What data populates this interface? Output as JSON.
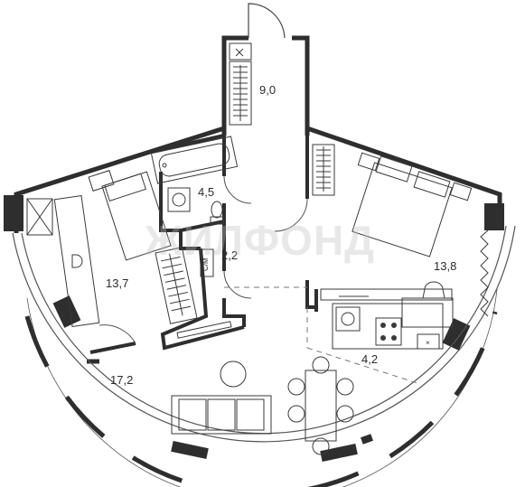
{
  "watermark": "ЖИЛФОНД",
  "rooms": [
    {
      "name": "corridor",
      "area": "9,0"
    },
    {
      "name": "bathroom",
      "area": "4,5"
    },
    {
      "name": "wc",
      "area": "2,2"
    },
    {
      "name": "bedroom-left",
      "area": "13,7"
    },
    {
      "name": "bedroom-right",
      "area": "13,8"
    },
    {
      "name": "living-room",
      "area": "17,2"
    },
    {
      "name": "kitchen",
      "area": "4,2"
    }
  ],
  "appliance_labels": {
    "washer": "С/М",
    "closet_mark": "×"
  },
  "colors": {
    "wall": "#2e2e2e",
    "furniture_stroke": "#3a3a3a",
    "background": "#ffffff"
  }
}
